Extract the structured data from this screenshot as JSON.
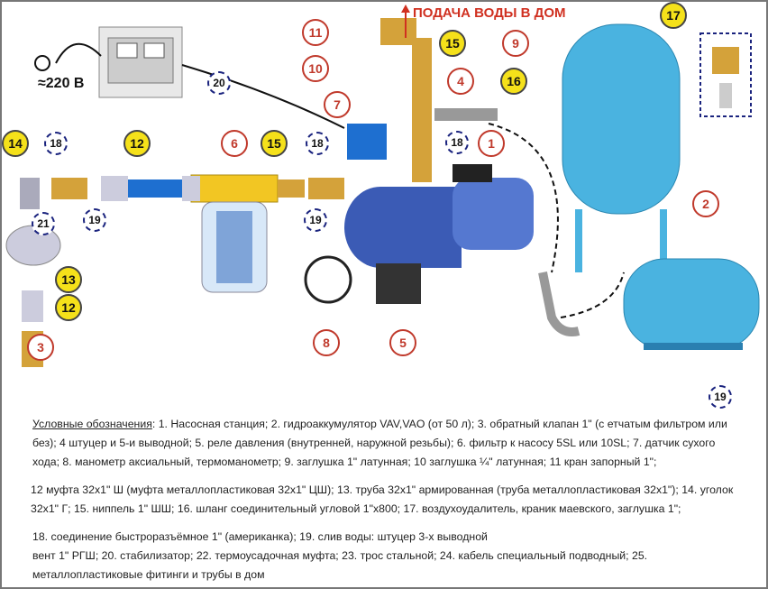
{
  "header": {
    "supply_label": "ПОДАЧА ВОДЫ В ДОМ",
    "voltage_label": "≈220 В"
  },
  "markers": [
    {
      "n": "1",
      "style": "red"
    },
    {
      "n": "2",
      "style": "red"
    },
    {
      "n": "3",
      "style": "red"
    },
    {
      "n": "4",
      "style": "red"
    },
    {
      "n": "5",
      "style": "red"
    },
    {
      "n": "6",
      "style": "red"
    },
    {
      "n": "7",
      "style": "red"
    },
    {
      "n": "8",
      "style": "red"
    },
    {
      "n": "9",
      "style": "red"
    },
    {
      "n": "10",
      "style": "red"
    },
    {
      "n": "11",
      "style": "red"
    },
    {
      "n": "12",
      "style": "yellow"
    },
    {
      "n": "12",
      "style": "yellow"
    },
    {
      "n": "13",
      "style": "yellow"
    },
    {
      "n": "14",
      "style": "yellow"
    },
    {
      "n": "15",
      "style": "yellow"
    },
    {
      "n": "15",
      "style": "yellow"
    },
    {
      "n": "16",
      "style": "yellow"
    },
    {
      "n": "17",
      "style": "yellow"
    },
    {
      "n": "18",
      "style": "dashed"
    },
    {
      "n": "18",
      "style": "dashed"
    },
    {
      "n": "18",
      "style": "dashed"
    },
    {
      "n": "19",
      "style": "dashed"
    },
    {
      "n": "19",
      "style": "dashed"
    },
    {
      "n": "19",
      "style": "dashed"
    },
    {
      "n": "20",
      "style": "dashed"
    },
    {
      "n": "21",
      "style": "dashed"
    }
  ],
  "legend": {
    "heading": "Условные обозначения",
    "para1": ": 1. Насосная станция; 2. гидроаккумулятор VAV,VAO (от 50 л); 3. обратный клапан 1\" (с етчатым фильтром или без); 4 штуцер и 5-и выводной; 5. реле давления (внутренней, наружной резьбы); 6. фильтр к насосу 5SL или 10SL; 7. датчик сухого хода; 8. манометр аксиальный, термоманометр; 9.  заглушка 1\" латунная; 10 заглушка ¼\" латунная; 11 кран запорный 1\";",
    "para2": "12 муфта 32х1\" Ш (муфта металлопластиковая 32х1\" ЦШ); 13. труба 32х1\" армированная (труба металлопластиковая 32х1\"); 14. уголок 32х1\" Г;  15. ниппель 1\" ШШ; 16. шланг соединительный угловой 1\"х800; 17. воздухоудалитель, краник маевского, заглушка 1\";",
    "para3a": "18. соединение быстроразъёмное 1\" (американка); 19. слив воды: штуцер 3-х выводной",
    "para3b": "вент 1\" РГШ; 20. стабилизатор; 22. термоусадочная муфта; 23. трос стальной; 24. кабель специальный подводный; 25. металлопластиковые фитинги и трубы в дом"
  },
  "colors": {
    "tank": "#4ab3e0",
    "pump": "#3b5bb5",
    "brass": "#d4a23a",
    "red": "#c0392b",
    "yellow": "#f5e11a"
  }
}
